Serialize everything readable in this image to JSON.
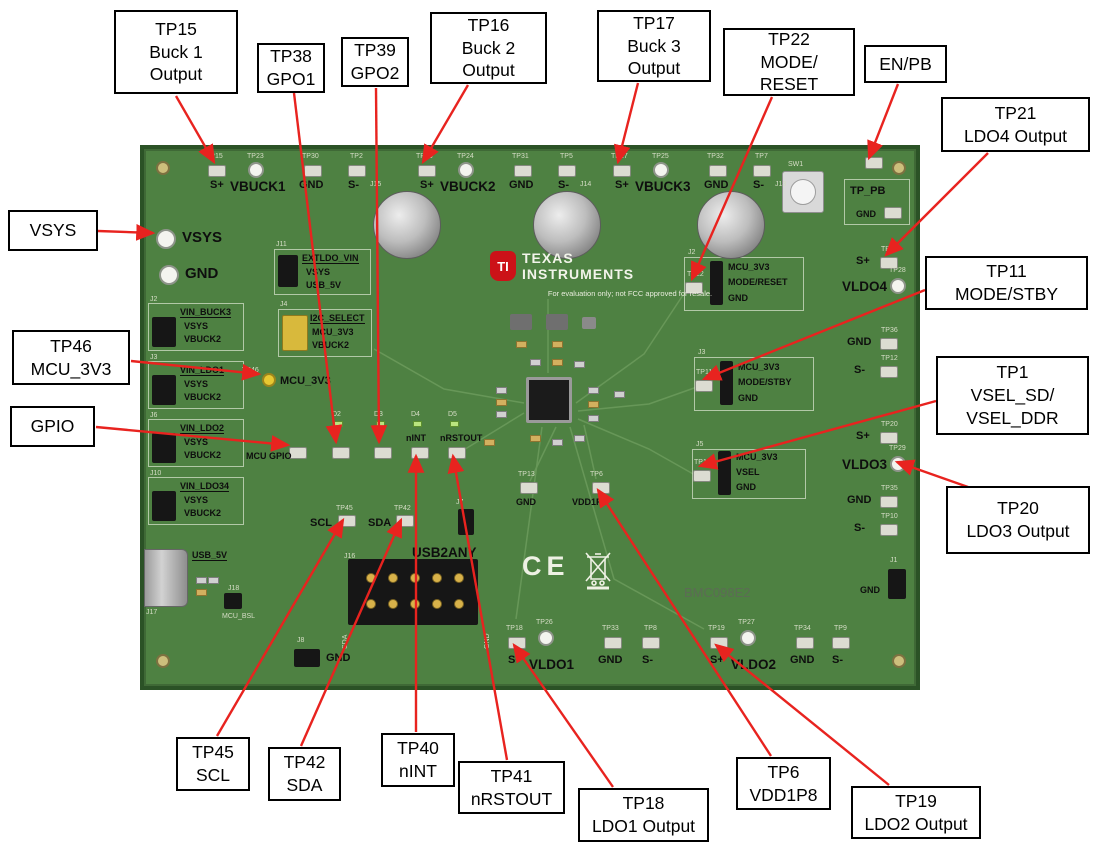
{
  "callouts": {
    "tp15": [
      "TP15",
      "Buck 1",
      "Output"
    ],
    "tp38": [
      "TP38",
      "GPO1"
    ],
    "tp39": [
      "TP39",
      "GPO2"
    ],
    "tp16": [
      "TP16",
      "Buck 2",
      "Output"
    ],
    "tp17": [
      "TP17",
      "Buck 3",
      "Output"
    ],
    "tp22": [
      "TP22",
      "MODE/",
      "RESET"
    ],
    "enpb": [
      "EN/PB"
    ],
    "tp21": [
      "TP21",
      "LDO4 Output"
    ],
    "vsys": [
      "VSYS"
    ],
    "tp46": [
      "TP46",
      "MCU_3V3"
    ],
    "gpio": [
      "GPIO"
    ],
    "tp11": [
      "TP11",
      "MODE/STBY"
    ],
    "tp1": [
      "TP1",
      "VSEL_SD/",
      "VSEL_DDR"
    ],
    "tp20": [
      "TP20",
      "LDO3 Output"
    ],
    "tp45": [
      "TP45",
      "SCL"
    ],
    "tp42": [
      "TP42",
      "SDA"
    ],
    "tp40": [
      "TP40",
      "nINT"
    ],
    "tp41": [
      "TP41",
      "nRSTOUT"
    ],
    "tp18": [
      "TP18",
      "LDO1 Output"
    ],
    "tp6": [
      "TP6",
      "VDD1P8"
    ],
    "tp19": [
      "TP19",
      "LDO2 Output"
    ]
  },
  "board": {
    "top": {
      "g1": {
        "tp_s": "TP15",
        "tp_loop": "TP23",
        "tp_gnd": "TP30",
        "tp_sm": "TP2",
        "s_plus": "S+",
        "rail": "VBUCK1",
        "gnd": "GND",
        "s_minus": "S-",
        "jack": "J15"
      },
      "g2": {
        "tp_s": "TP16",
        "tp_loop": "TP24",
        "tp_gnd": "TP31",
        "tp_sm": "TP5",
        "s_plus": "S+",
        "rail": "VBUCK2",
        "gnd": "GND",
        "s_minus": "S-",
        "jack": "J14"
      },
      "g3": {
        "tp_s": "TP17",
        "tp_loop": "TP25",
        "tp_gnd": "TP32",
        "tp_sm": "TP7",
        "s_plus": "S+",
        "rail": "VBUCK3",
        "gnd": "GND",
        "s_minus": "S-",
        "jack": "J13"
      }
    },
    "sw": {
      "ref": "SW1",
      "tp_pb": "TP_PB",
      "gnd": "GND"
    },
    "right": {
      "ldo4": {
        "tp_s": "TP21",
        "s_plus": "S+",
        "name": "VLDO4",
        "tp_loop": "TP28",
        "tp_gnd": "TP36",
        "gnd": "GND",
        "tp_sm": "TP12",
        "s_minus": "S-"
      },
      "ldo3": {
        "tp_s": "TP20",
        "s_plus": "S+",
        "name": "VLDO3",
        "tp_loop": "TP29",
        "tp_gnd": "TP35",
        "gnd": "GND",
        "tp_sm": "TP10",
        "s_minus": "S-"
      },
      "j1": {
        "ref": "J1",
        "gnd": "GND"
      }
    },
    "jumpers": {
      "mode_reset": {
        "ref": "J2",
        "tp": "TP22",
        "rail": "MCU_3V3",
        "name": "MODE/RESET",
        "gnd": "GND"
      },
      "mode_stby": {
        "ref": "J3",
        "tp": "TP11",
        "rail": "MCU_3V3",
        "name": "MODE/STBY",
        "gnd": "GND"
      },
      "vsel": {
        "ref": "J5",
        "tp": "TP1",
        "rail": "MCU_3V3",
        "name": "VSEL",
        "gnd": "GND"
      }
    },
    "left": {
      "vsys": "VSYS",
      "gnd": "GND",
      "extldo": {
        "ref": "J11",
        "name": "EXTLDO_VIN",
        "opt1": "VSYS",
        "opt2": "USB_5V"
      },
      "i2c": {
        "ref": "J4",
        "name": "I2C_SELECT",
        "opt1": "MCU_3V3",
        "opt2": "VBUCK2"
      },
      "vin_buck3": {
        "ref": "J2",
        "name": "VIN_BUCK3",
        "opt1": "VSYS",
        "opt2": "VBUCK2"
      },
      "vin_ldo1": {
        "ref": "J3",
        "name": "VIN_LDO1",
        "opt1": "VSYS",
        "opt2": "VBUCK2"
      },
      "vin_ldo2": {
        "ref": "J6",
        "name": "VIN_LDO2",
        "opt1": "VSYS",
        "opt2": "VBUCK2"
      },
      "vin_ldo34": {
        "ref": "J10",
        "name": "VIN_LDO34",
        "opt1": "VSYS",
        "opt2": "VBUCK2"
      },
      "usb": {
        "ref": "J17",
        "name": "USB_5V",
        "bsl": "MCU_BSL",
        "ic_ref": "J18"
      },
      "j8": {
        "ref": "J8",
        "gnd": "GND"
      }
    },
    "mcu3v3": {
      "tp": "TP46",
      "name": "MCU_3V3"
    },
    "gpio_row": {
      "name": "MCU GPIO",
      "nint": "nINT",
      "nrstout": "nRSTOUT",
      "d2": "D2",
      "d3": "D3",
      "d4": "D4",
      "d5": "D5"
    },
    "i2c_tp": {
      "tp_scl": "TP45",
      "scl": "SCL",
      "tp_sda": "TP42",
      "sda": "SDA",
      "j7": "J7"
    },
    "usb2any": {
      "ref": "J16",
      "name": "USB2ANY",
      "sda": "SDA",
      "gnd": "GND"
    },
    "mid": {
      "tp13": "TP13",
      "gnd": "GND",
      "tp6": "TP6",
      "vdd1p8": "VDD1P8"
    },
    "bottom": {
      "ldo1": {
        "tp_s": "TP18",
        "s_plus": "S+",
        "tp_loop": "TP26",
        "name": "VLDO1",
        "tp_gnd": "TP33",
        "gnd": "GND",
        "tp_sm": "TP8",
        "s_minus": "S-"
      },
      "ldo2": {
        "tp_s": "TP19",
        "s_plus": "S+",
        "tp_loop": "TP27",
        "name": "VLDO2",
        "tp_gnd": "TP34",
        "gnd": "GND",
        "tp_sm": "TP9",
        "s_minus": "S-"
      }
    },
    "logo": {
      "ti": "TI",
      "brand1": "TEXAS",
      "brand2": "INSTRUMENTS",
      "notice": "For evaluation only; not FCC approved for resale.",
      "ce": "CE",
      "board_id": "BMC098E2"
    }
  },
  "colors": {
    "arrow": "#e8231f",
    "pcb": "#4e8142",
    "callout_border": "#000000",
    "silk_dark": "#0e0e0e",
    "silk_light": "#d6ddc6"
  }
}
